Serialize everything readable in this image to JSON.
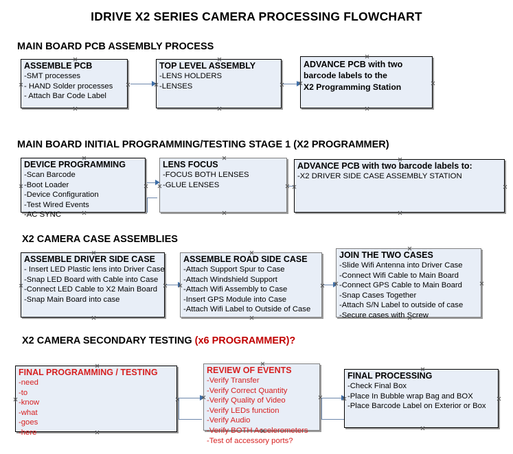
{
  "document": {
    "title": "IDRIVE X2  SERIES CAMERA PROCESSING FLOWCHART"
  },
  "colors": {
    "box_fill": "#e8eef7",
    "box_border": "#000000",
    "connector": "#6b86ab",
    "arrow": "#3f6fa8",
    "accent_red": "#d62020",
    "heading_red": "#c00000",
    "text_black": "#000000"
  },
  "sections": [
    {
      "id": "main-board-pcb-assembly",
      "title": "MAIN BOARD PCB ASSEMBLY PROCESS",
      "title_accent": "",
      "boxes": [
        {
          "id": "assemble-pcb",
          "header": "ASSEMBLE PCB",
          "lines": [
            "-SMT processes",
            "- HAND Solder processes",
            "- Attach Bar Code Label"
          ]
        },
        {
          "id": "top-level-assembly",
          "header": "TOP LEVEL ASSEMBLY",
          "lines": [
            "-LENS HOLDERS",
            "-LENSES"
          ]
        },
        {
          "id": "advance-pcb-programming-station",
          "header": "ADVANCE PCB with two",
          "lines": [
            "barcode labels to the",
            " X2 Programming Station"
          ]
        }
      ]
    },
    {
      "id": "main-board-initial-programming",
      "title": "MAIN BOARD INITIAL PROGRAMMING/TESTING STAGE 1 (X2 PROGRAMMER)",
      "title_accent": "",
      "boxes": [
        {
          "id": "device-programming",
          "header": "DEVICE PROGRAMMING",
          "lines": [
            "-Scan Barcode",
            "-Boot Loader",
            "-Device Configuration",
            "-Test Wired Events",
            "-AC SYNC"
          ]
        },
        {
          "id": "lens-focus",
          "header": "LENS FOCUS",
          "lines": [
            "-FOCUS BOTH LENSES",
            "-GLUE LENSES"
          ]
        },
        {
          "id": "advance-pcb-driver-side-station",
          "header": "ADVANCE PCB with two barcode labels to:",
          "lines": [
            "-X2 DRIVER  SIDE  CASE  ASSEMBLY STATION"
          ]
        }
      ]
    },
    {
      "id": "x2-camera-case-assemblies",
      "title": "X2 CAMERA CASE ASSEMBLIES",
      "title_accent": "",
      "boxes": [
        {
          "id": "assemble-driver-side-case",
          "header": "ASSEMBLE DRIVER SIDE CASE",
          "lines": [
            "- Insert LED Plastic lens into Driver Case",
            "-Snap LED Board with Cable into Case",
            "-Connect LED Cable to X2 Main Board",
            "-Snap Main Board into case"
          ]
        },
        {
          "id": "assemble-road-side-case",
          "header": "ASSEMBLE ROAD SIDE CASE",
          "lines": [
            "-Attach Support Spur to Case",
            "-Attach Windshield Support",
            "-Attach Wifi Assembly to Case",
            "-Insert GPS Module into Case",
            "-Attach Wifi Label to Outside of Case"
          ]
        },
        {
          "id": "join-the-two-cases",
          "header": "JOIN THE TWO CASES",
          "lines": [
            "-Slide Wifi Antenna into Driver Case",
            "-Connect Wifi Cable to Main Board",
            "-Connect GPS Cable to Main Board",
            "-Snap Cases Together",
            "-Attach S/N Label to outside of case",
            "-Secure cases with Screw"
          ]
        }
      ]
    },
    {
      "id": "x2-camera-secondary-testing",
      "title": "X2 CAMERA SECONDARY TESTING ",
      "title_accent": "(x6 PROGRAMMER)?",
      "boxes": [
        {
          "id": "final-programming-testing",
          "header": "FINAL PROGRAMMING / TESTING",
          "lines": [
            "-need",
            "-to",
            "-know",
            "-what",
            "-goes",
            "-here"
          ]
        },
        {
          "id": "review-of-events",
          "header": "REVIEW OF EVENTS",
          "lines": [
            "-Verify Transfer",
            "-Verify Correct Quantity",
            "-Verify Quality of Video",
            "-Verify LEDs function",
            "-Verify Audio",
            "-Verify BOTH Accelerometers",
            "-Test of accessory ports?"
          ]
        },
        {
          "id": "final-processing",
          "header": "FINAL PROCESSING",
          "lines": [
            " -Check Final Box",
            "-Place In Bubble wrap Bag and BOX",
            "-Place Barcode Label on Exterior or Box"
          ]
        }
      ]
    }
  ]
}
